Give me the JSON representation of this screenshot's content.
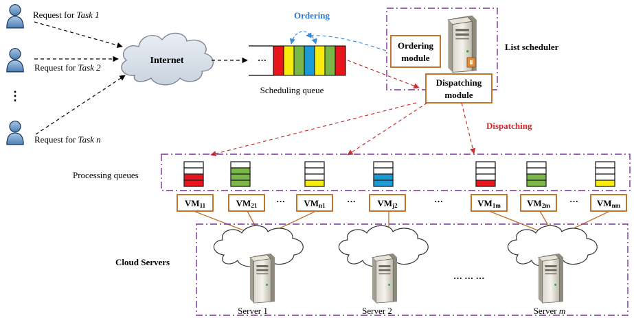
{
  "users": [
    {
      "prefix": "Request for ",
      "task": "Task 1"
    },
    {
      "prefix": "Request for ",
      "task": "Task 2"
    },
    {
      "prefix": "Request for ",
      "task": "Task n"
    }
  ],
  "user_ellipsis": "⋮",
  "internet_label": "Internet",
  "queue_ellipsis": "···",
  "queue_colors": [
    "#e8161b",
    "#f7ec10",
    "#7ab648",
    "#1c9ad6",
    "#f7ec10",
    "#7ab648",
    "#e8161b"
  ],
  "scheduling_queue_label": "Scheduling queue",
  "ordering_label": "Ordering",
  "list_scheduler_label": "List scheduler",
  "ordering_module": [
    "Ordering",
    "module"
  ],
  "dispatching_module": [
    "Dispatching",
    "module"
  ],
  "dispatching_label": "Dispatching",
  "processing_queues_label": "Processing queues",
  "proc_queues": [
    {
      "color": "#e8161b",
      "level": 2
    },
    {
      "color": "#7ab648",
      "level": 3
    },
    {
      "color": "#f7ec10",
      "level": 1
    },
    {
      "color": "#1c9ad6",
      "level": 2
    },
    {
      "color": "#e8161b",
      "level": 1
    },
    {
      "color": "#7ab648",
      "level": 2
    },
    {
      "color": "#f7ec10",
      "level": 1
    }
  ],
  "vms": [
    {
      "base": "VM",
      "sub": "11"
    },
    {
      "base": "VM",
      "sub": "21"
    },
    {
      "base": "VM",
      "sub": "n1"
    },
    {
      "base": "VM",
      "sub": "j2"
    },
    {
      "base": "VM",
      "sub": "1m"
    },
    {
      "base": "VM",
      "sub": "2m"
    },
    {
      "base": "VM",
      "sub": "nm"
    }
  ],
  "vm_ellipsis": "···",
  "cloud_servers_label": "Cloud Servers",
  "servers": [
    {
      "prefix": "Server ",
      "idx": "1"
    },
    {
      "prefix": "Server ",
      "idx": "2"
    },
    {
      "prefix": "Server ",
      "idx": "m"
    }
  ],
  "server_ellipsis": "··· ··· ···",
  "colors": {
    "purple": "#7b2d9b",
    "orange": "#c0742c",
    "red_arrow": "#c83232",
    "blue_arrow": "#3a8ad8",
    "dispatching_text": "#d7282f",
    "ordering_text": "#2a7ad6"
  }
}
